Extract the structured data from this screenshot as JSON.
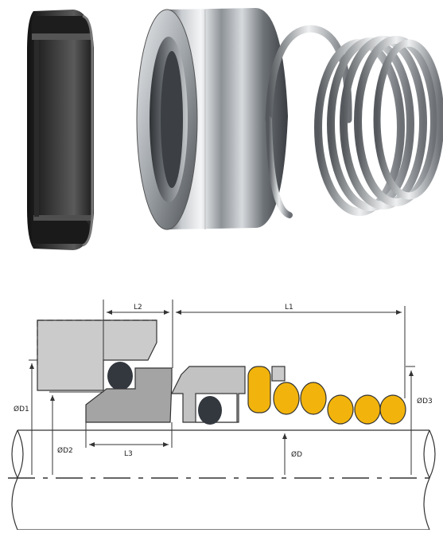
{
  "photo": {
    "parts": [
      "stationary-seat-ring",
      "rotating-face-ring",
      "conical-spring"
    ]
  },
  "drawing": {
    "dimensions": {
      "l1": "L1",
      "l2": "L2",
      "l3": "L3",
      "d1": "ØD1",
      "d2": "ØD2",
      "d3": "ØD3",
      "d": "ØD"
    },
    "colors": {
      "seat_gray": "#cbcbcb",
      "housing_gray": "#a4a4a4",
      "rotary_gray": "#c2c2c2",
      "spring_yellow": "#f2b40c",
      "o_ring": "#33383f",
      "outline": "#333333"
    }
  }
}
